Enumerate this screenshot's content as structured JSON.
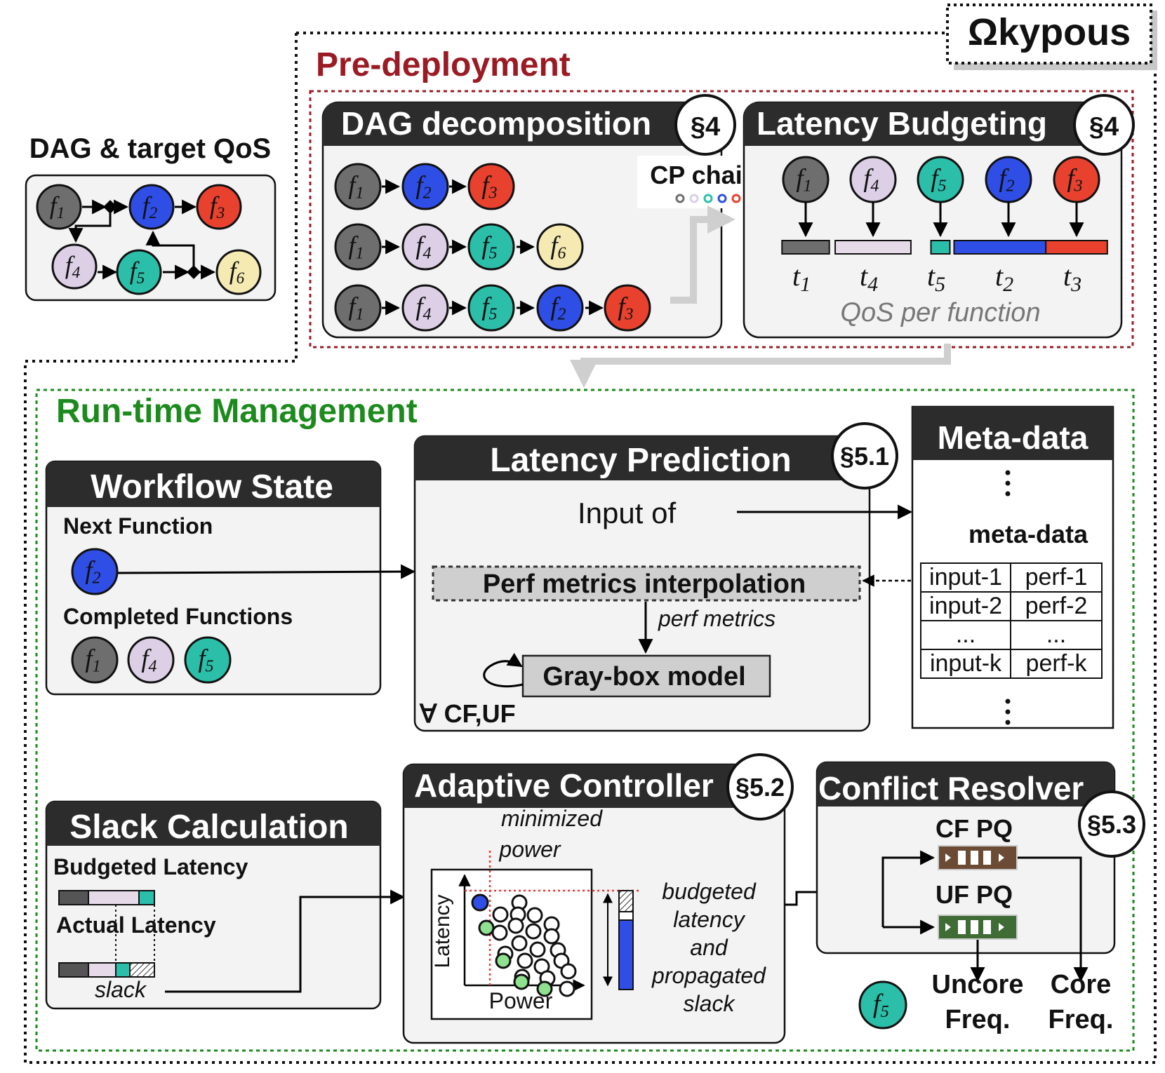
{
  "title": "Ωkypous",
  "colors": {
    "f1": "#6e6e6e",
    "f2": "#2f4ee6",
    "f3": "#e8412e",
    "f4": "#dccfe6",
    "f5": "#2bbfa9",
    "f6": "#f4eab2",
    "pre": "#9b1b24",
    "run": "#1d8a1d",
    "panel": "#f3f3f3",
    "header": "#2c2c2c",
    "cfpq": "#6b4b34",
    "ufpq": "#3f6b35"
  },
  "function_labels": {
    "f1": "f1",
    "f2": "f2",
    "f3": "f3",
    "f4": "f4",
    "f5": "f5",
    "f6": "f6"
  },
  "input": {
    "heading": "DAG & target QoS"
  },
  "pre_deployment": {
    "label": "Pre-deployment",
    "dag": {
      "title": "DAG decomposition",
      "section": "§4"
    },
    "cp_chain": "CP chain",
    "budget": {
      "title": "Latency Budgeting",
      "section": "§4",
      "order": [
        "f1",
        "f4",
        "f5",
        "f2",
        "f3"
      ],
      "budgets": [
        {
          "fn": "f1",
          "label": "t1",
          "value": 1.0
        },
        {
          "fn": "f4",
          "label": "t4",
          "value": 1.6
        },
        {
          "fn": "f5",
          "label": "t5",
          "value": 0.4
        },
        {
          "fn": "f2",
          "label": "t2",
          "value": 2.3
        },
        {
          "fn": "f3",
          "label": "t3",
          "value": 1.3
        }
      ],
      "caption": "QoS per function"
    }
  },
  "runtime": {
    "label": "Run-time Management",
    "workflow": {
      "title": "Workflow State",
      "next_label": "Next Function",
      "completed_label": "Completed Functions"
    },
    "prediction": {
      "title": "Latency Prediction",
      "section": "§5.1",
      "input_text": "Input of",
      "interp": "Perf metrics interpolation",
      "perf_metrics": "perf metrics",
      "graybox": "Gray-box model",
      "forall": "∀ CF,UF"
    },
    "metadata": {
      "title": "Meta-data",
      "subtitle": "meta-data",
      "rows": [
        [
          "input-1",
          "perf-1"
        ],
        [
          "input-2",
          "perf-2"
        ],
        [
          "...",
          "..."
        ],
        [
          "input-k",
          "perf-k"
        ]
      ]
    },
    "slack": {
      "title": "Slack Calculation",
      "budgeted": "Budgeted Latency",
      "actual": "Actual Latency",
      "slack": "slack"
    },
    "controller": {
      "title": "Adaptive Controller",
      "section": "§5.2",
      "minimized": "minimized",
      "power": "power",
      "xlabel": "Power",
      "ylabel": "Latency",
      "note": [
        "budgeted",
        "latency",
        "and",
        "propagated",
        "slack"
      ]
    },
    "resolver": {
      "title": "Conflict Resolver",
      "section": "§5.3",
      "cf": "CF PQ",
      "uf": "UF PQ",
      "uncore": [
        "Uncore",
        "Freq."
      ],
      "core": [
        "Core",
        "Freq."
      ]
    }
  }
}
